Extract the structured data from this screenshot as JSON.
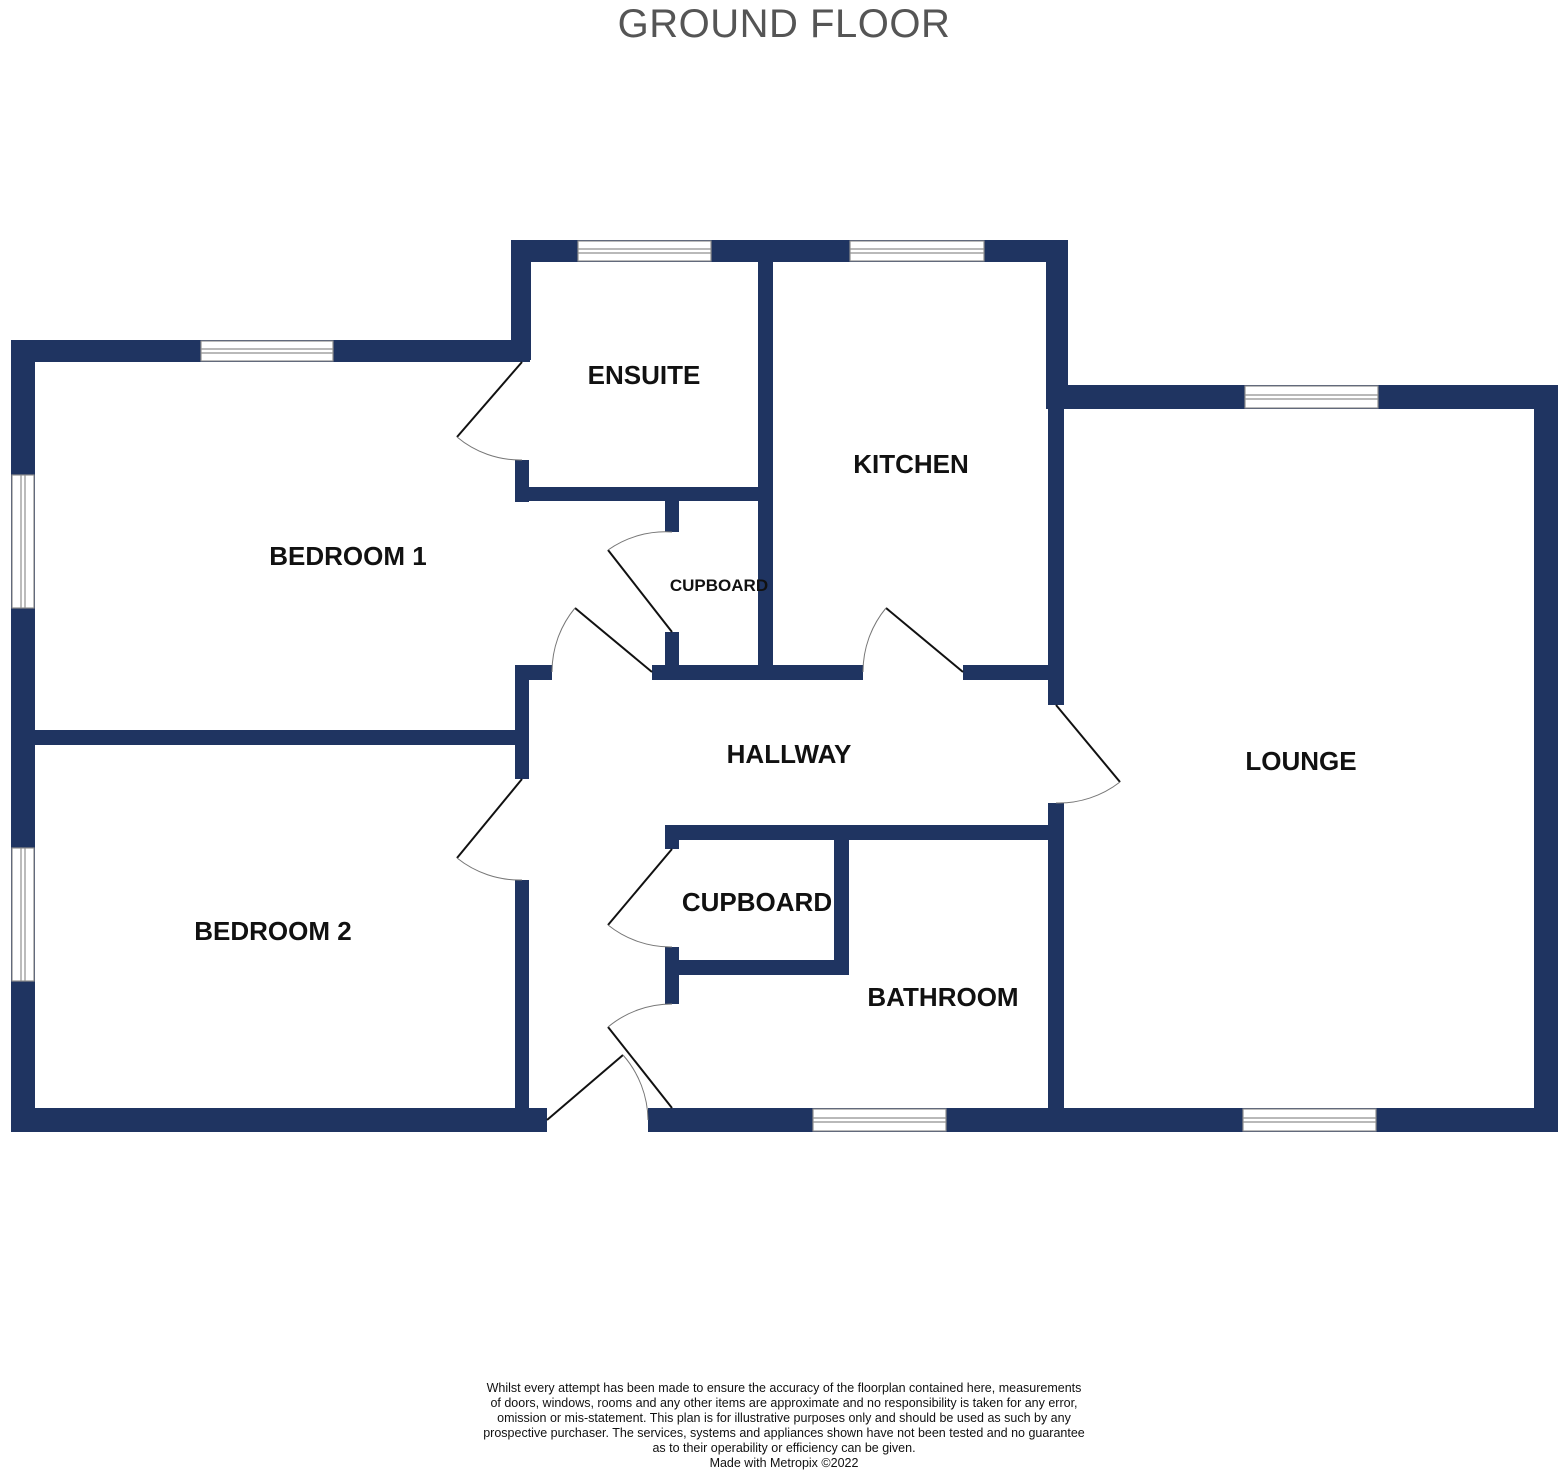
{
  "title": "GROUND FLOOR",
  "colors": {
    "wall": "#1f3461",
    "window": "#dddddd",
    "door": "#111111",
    "title": "#555555"
  },
  "rooms": {
    "ensuite": "ENSUITE",
    "kitchen": "KITCHEN",
    "bedroom1": "BEDROOM 1",
    "cupboard_upper": "CUPBOARD",
    "hallway": "HALLWAY",
    "lounge": "LOUNGE",
    "bedroom2": "BEDROOM 2",
    "cupboard_lower": "CUPBOARD",
    "bathroom": "BATHROOM"
  },
  "disclaimer": {
    "lines": [
      "Whilst every attempt has been made to ensure the accuracy of the floorplan contained here, measurements",
      "of doors, windows, rooms and any other items are approximate and no responsibility is taken for any error,",
      "omission or mis-statement. This plan is for illustrative purposes only and should be used as such by any",
      "prospective purchaser. The services, systems and appliances shown have not been tested and no guarantee",
      "as to their operability or efficiency can be given."
    ],
    "credit": "Made with Metropix ©2022"
  }
}
